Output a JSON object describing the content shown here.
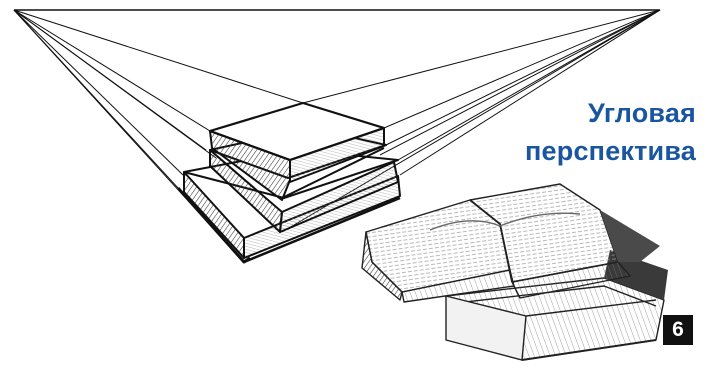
{
  "title": {
    "line1": "Угловая",
    "line2": "перспектива"
  },
  "page_number": "6",
  "colors": {
    "title": "#1a56a0",
    "badge_bg": "#111111",
    "badge_text": "#ffffff",
    "ink": "#1a1a1a"
  }
}
